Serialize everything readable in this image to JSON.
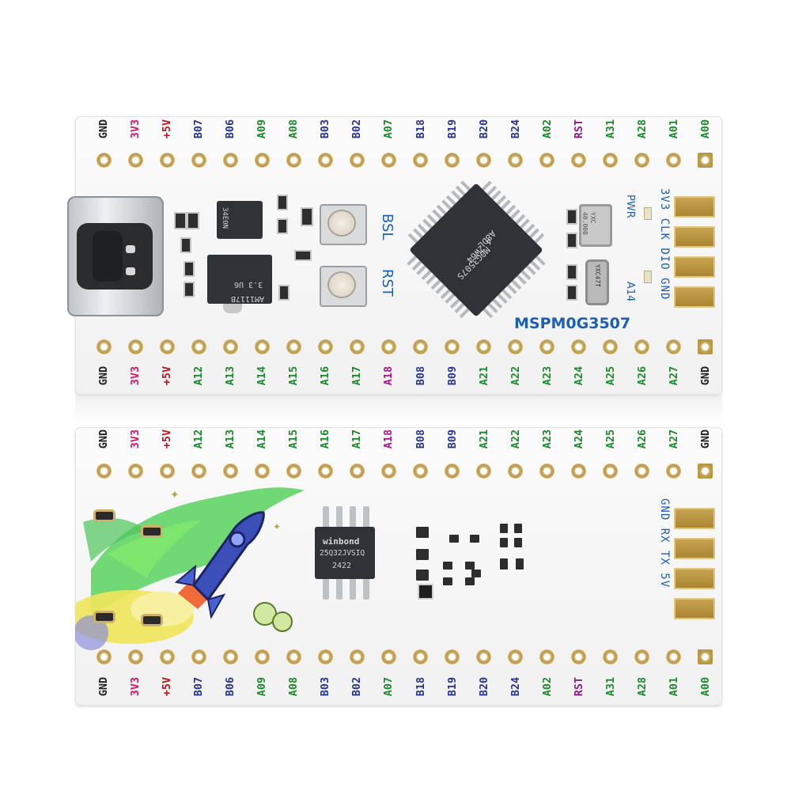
{
  "colors": {
    "gnd": "#222222",
    "power_3v3": "#d3176a",
    "power_5v": "#c0141e",
    "port_b": "#283593",
    "port_a": "#1b8a2a",
    "a18": "#b0148f",
    "rst": "#8e1a8a",
    "silk_blue": "#1e5fb0"
  },
  "board_front": {
    "top_pins": [
      "GND",
      "3V3",
      "+5V",
      "B07",
      "B06",
      "A09",
      "A08",
      "B03",
      "B02",
      "A07",
      "B18",
      "B19",
      "B20",
      "B24",
      "A02",
      "RST",
      "A31",
      "A28",
      "A01",
      "A00"
    ],
    "bottom_pins": [
      "GND",
      "3V3",
      "+5V",
      "A12",
      "A13",
      "A14",
      "A15",
      "A16",
      "A17",
      "A18",
      "B08",
      "B09",
      "A21",
      "A22",
      "A23",
      "A24",
      "A25",
      "A26",
      "A27",
      "GND"
    ],
    "mcu_label": "MSPM0G3507",
    "mcu_marking": [
      "M0G3507S",
      "4 2W64",
      "A8DL"
    ],
    "button_bsl": "BSL",
    "button_rst": "RST",
    "pwr_label": "PWR",
    "a14_label": "A14",
    "swd_label": "3V3 CLK DIO GND",
    "ldo_marking": [
      "AM1117B",
      "3.3 U6"
    ],
    "crystal1_marking": [
      "YXC",
      "40.000"
    ],
    "crystal2_marking": "YXC47T"
  },
  "board_back": {
    "top_pins": [
      "GND",
      "3V3",
      "+5V",
      "A12",
      "A13",
      "A14",
      "A15",
      "A16",
      "A17",
      "A18",
      "B08",
      "B09",
      "A21",
      "A22",
      "A23",
      "A24",
      "A25",
      "A26",
      "A27",
      "GND"
    ],
    "bottom_pins": [
      "GND",
      "3V3",
      "+5V",
      "B07",
      "B06",
      "A09",
      "A08",
      "B03",
      "B02",
      "A07",
      "B18",
      "B19",
      "B20",
      "B24",
      "A02",
      "RST",
      "A31",
      "A28",
      "A01",
      "A00"
    ],
    "flash_marking": [
      "winbond",
      "25Q32JVSIQ",
      "2422"
    ],
    "uart_label": "GND RX  TX  5V"
  }
}
